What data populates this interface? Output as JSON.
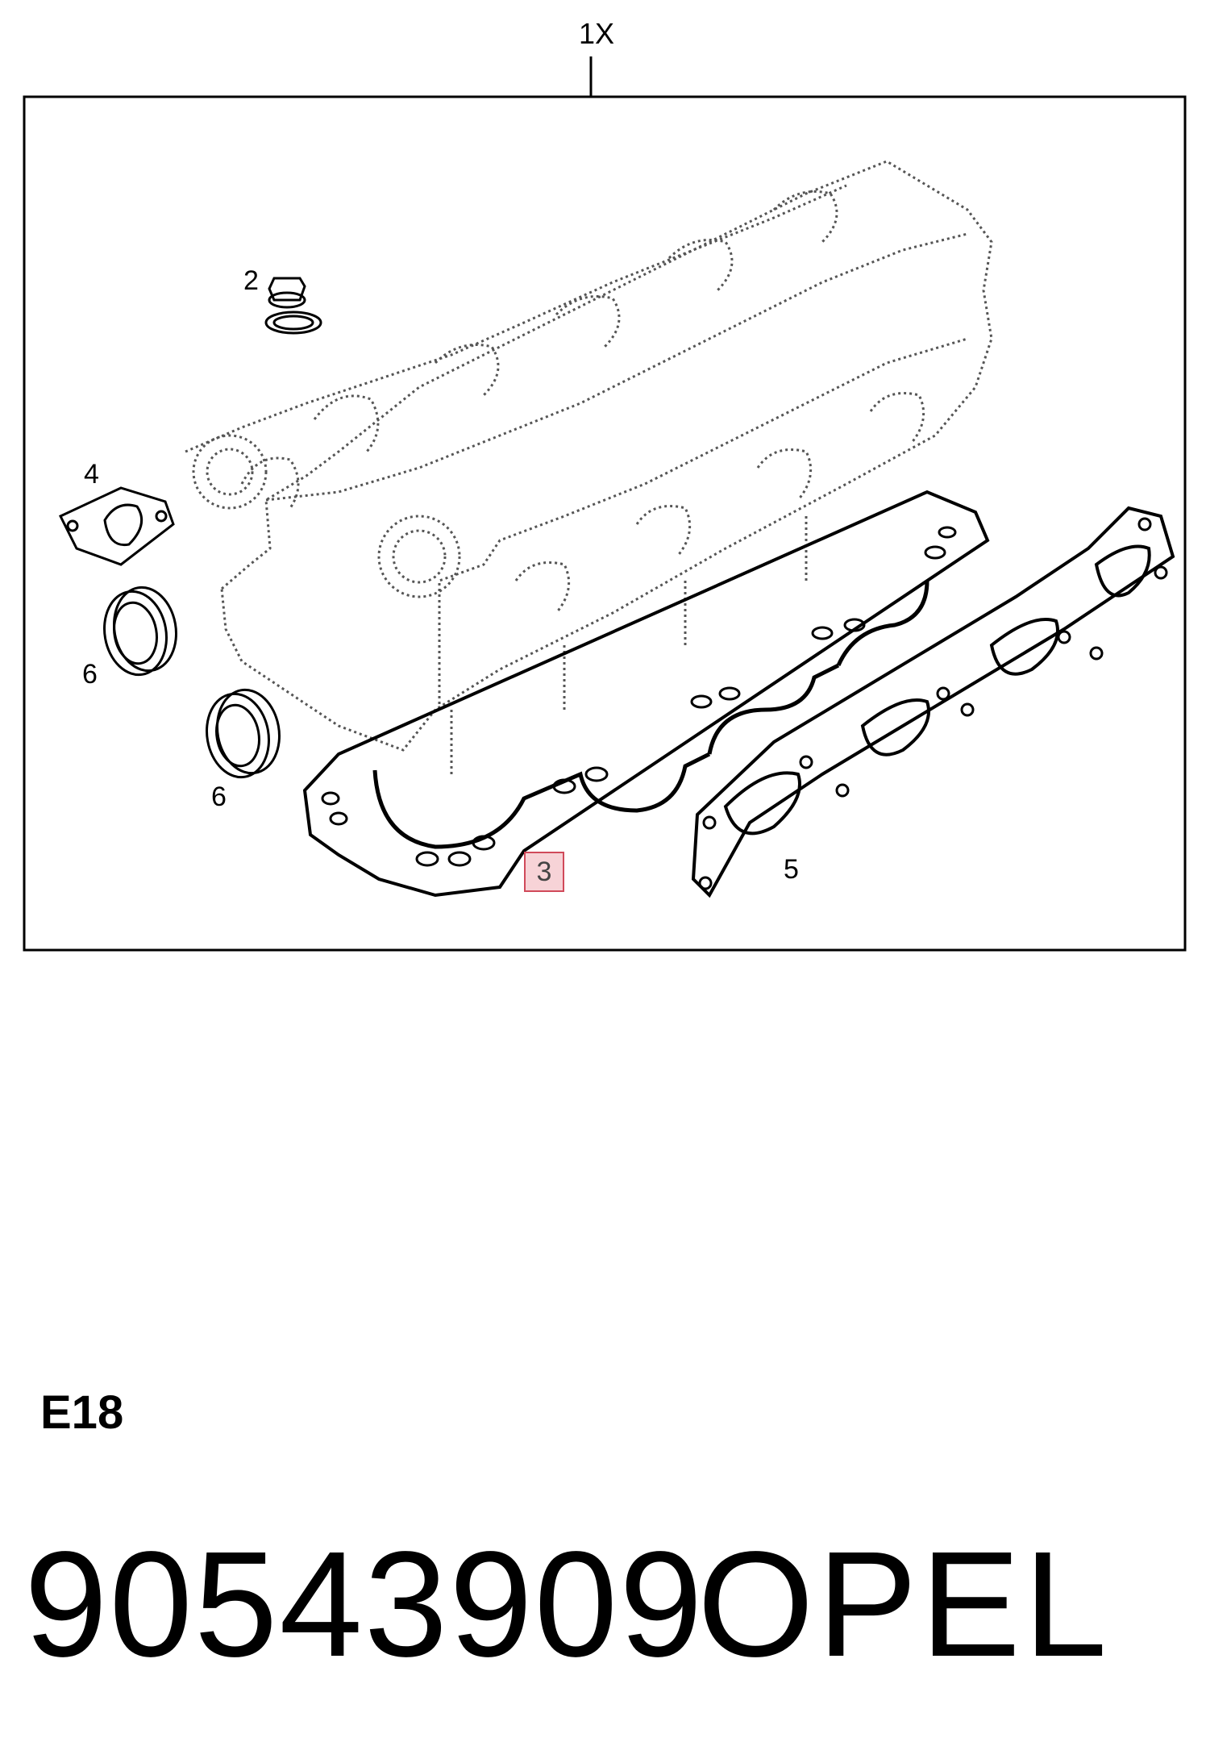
{
  "kit": {
    "quantity_label": "1X"
  },
  "callouts": [
    {
      "id": "2",
      "label": "2"
    },
    {
      "id": "3",
      "label": "3"
    },
    {
      "id": "4",
      "label": "4"
    },
    {
      "id": "5",
      "label": "5"
    },
    {
      "id": "6a",
      "label": "6"
    },
    {
      "id": "6b",
      "label": "6"
    }
  ],
  "footer": {
    "engine_code": "E18",
    "part_number": "90543909",
    "brand": "OPEL"
  },
  "colors": {
    "highlight_border": "#d04a5a",
    "highlight_fill": "#f7d3d7"
  }
}
